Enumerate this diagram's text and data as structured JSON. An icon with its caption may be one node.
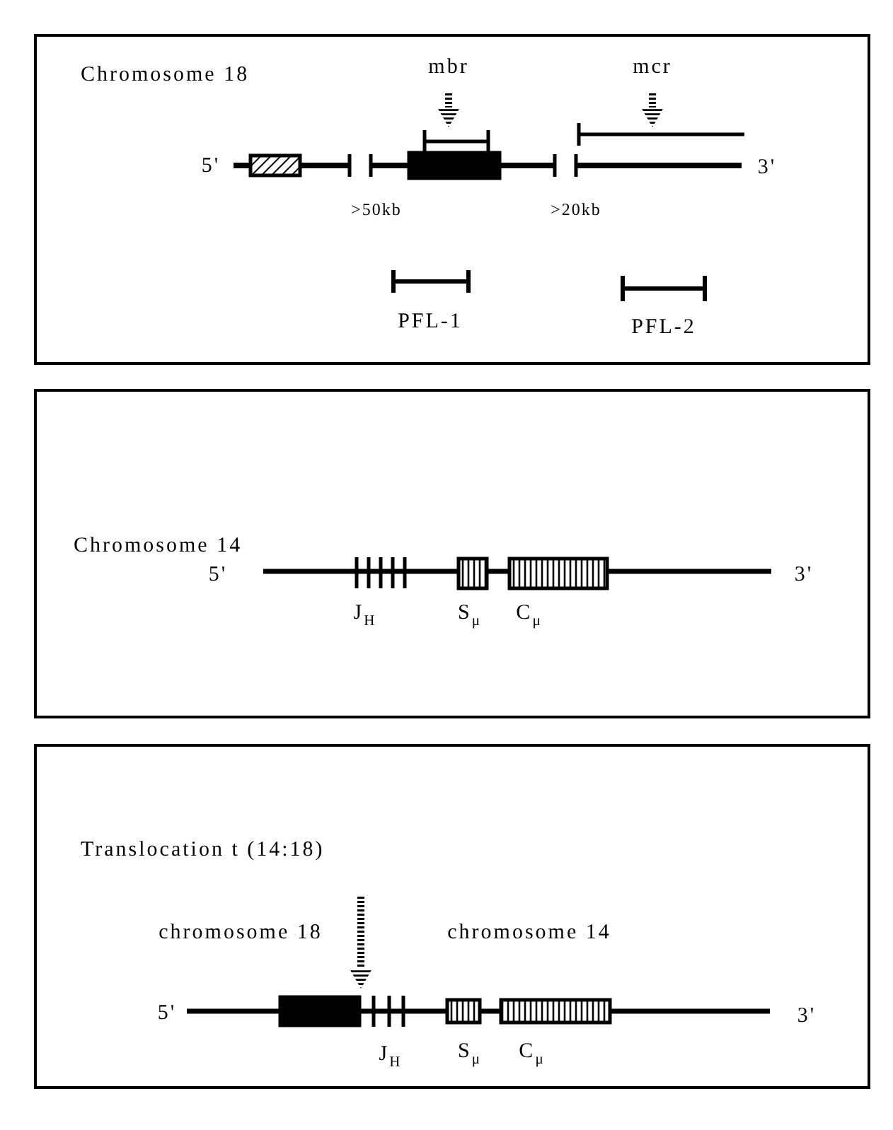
{
  "diagram": {
    "nodes": [
      {
        "text": [
          "Chromosome 18"
        ]
      },
      {
        "text": [
          "Chromosome 14"
        ]
      },
      {
        "text": [
          "Translocation t (14:18)"
        ]
      }
    ],
    "labels": [
      "mbr",
      "mcr",
      "5'",
      "3'",
      ">50kb",
      ">20kb",
      "PFL-1",
      "PFL-2",
      "5'",
      "3'",
      "J$_{H}$",
      "S$_{μ}$",
      "C$_{μ}$",
      "chromosome 18",
      "chromosome 14",
      "5'",
      "3'",
      "J$_{H}$",
      "S$_{μ}$",
      "C$_{μ}$"
    ]
  }
}
